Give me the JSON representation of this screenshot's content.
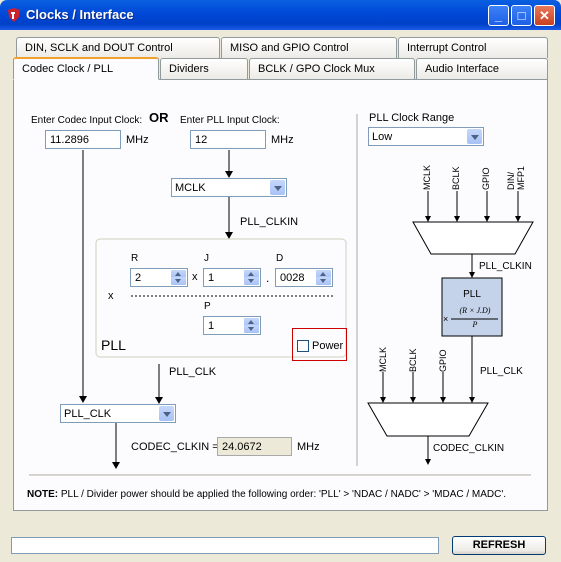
{
  "window": {
    "title": "Clocks / Interface"
  },
  "tabs_row1": [
    {
      "label": "DIN, SCLK and DOUT Control"
    },
    {
      "label": "MISO and GPIO Control"
    },
    {
      "label": "Interrupt Control"
    }
  ],
  "tabs_row2": [
    {
      "label": "Codec Clock / PLL"
    },
    {
      "label": "Dividers"
    },
    {
      "label": "BCLK / GPO Clock Mux"
    },
    {
      "label": "Audio Interface"
    }
  ],
  "left": {
    "codec_input_label": "Enter Codec Input Clock:",
    "or_label": "OR",
    "pll_input_label": "Enter PLL Input Clock:",
    "codec_input_value": "11.2896",
    "pll_input_value": "12",
    "mhz": "MHz",
    "pll_source": "MCLK",
    "pll_clkin_label": "PLL_CLKIN",
    "r_label": "R",
    "r_value": "2",
    "j_label": "J",
    "j_value": "1",
    "d_label": "D",
    "d_value": "0028",
    "p_label": "P",
    "p_value": "1",
    "times": "x",
    "dot": ".",
    "pll_group_label": "PLL",
    "power_label": "Power",
    "pll_clk_label": "PLL_CLK",
    "codec_source": "PLL_CLK",
    "codec_clkin_label": "CODEC_CLKIN =",
    "codec_clkin_value": "24.0672"
  },
  "right": {
    "range_label": "PLL Clock Range",
    "range_value": "Low",
    "mux1_inputs": [
      "MCLK",
      "BCLK",
      "GPIO",
      "DIN/\nMFP1"
    ],
    "pll_clkin": "PLL_CLKIN",
    "pll_box_title": "PLL",
    "pll_formula_num": "(R × J.D)",
    "pll_formula_den": "P",
    "pll_formula_x": "×",
    "mux2_inputs": [
      "MCLK",
      "BCLK",
      "GPIO"
    ],
    "pll_clk": "PLL_CLK",
    "codec_clkin": "CODEC_CLKIN"
  },
  "note": {
    "prefix": "NOTE:",
    "text": " PLL / Divider power should be applied the following order: 'PLL' > 'NDAC / NADC' > 'MDAC / MADC'."
  },
  "footer": {
    "refresh_label": "REFRESH",
    "status": ""
  },
  "colors": {
    "titlebar": "#0048d8",
    "pll_box": "#c5d3ea",
    "highlight_border": "#cc0000",
    "tab_accent": "#f1a22e"
  }
}
